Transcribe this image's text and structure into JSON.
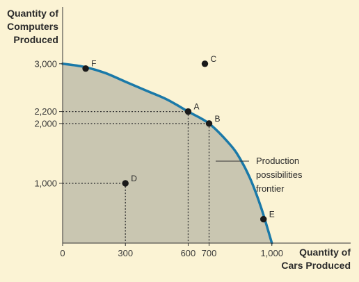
{
  "chart_data": {
    "type": "line",
    "ylabel": [
      "Quantity of",
      "Computers",
      "Produced"
    ],
    "xlabel": [
      "Quantity of",
      "Cars Produced"
    ],
    "xlim": [
      0,
      1350
    ],
    "ylim": [
      0,
      3950
    ],
    "x_ticks": [
      {
        "value": 0,
        "label": "0"
      },
      {
        "value": 300,
        "label": "300"
      },
      {
        "value": 600,
        "label": "600"
      },
      {
        "value": 700,
        "label": "700"
      },
      {
        "value": 1000,
        "label": "1,000"
      }
    ],
    "y_ticks": [
      {
        "value": 1000,
        "label": "1,000"
      },
      {
        "value": 2000,
        "label": "2,000"
      },
      {
        "value": 2200,
        "label": "2,200"
      },
      {
        "value": 3000,
        "label": "3,000"
      }
    ],
    "frontier": {
      "name": "Production possibilities frontier",
      "annotation": [
        "Production",
        "possibilities",
        "frontier"
      ],
      "x": [
        0,
        100,
        200,
        300,
        400,
        500,
        600,
        700,
        800,
        850,
        900,
        950,
        1000
      ],
      "y": [
        3000,
        2950,
        2850,
        2700,
        2550,
        2400,
        2200,
        2000,
        1650,
        1400,
        1050,
        580,
        0
      ]
    },
    "points": [
      {
        "label": "F",
        "x": 110,
        "y": 2920
      },
      {
        "label": "C",
        "x": 680,
        "y": 3000
      },
      {
        "label": "A",
        "x": 600,
        "y": 2200
      },
      {
        "label": "B",
        "x": 700,
        "y": 2000
      },
      {
        "label": "D",
        "x": 300,
        "y": 1000
      },
      {
        "label": "E",
        "x": 960,
        "y": 400
      }
    ],
    "guides": [
      {
        "x": 600,
        "y": 2200
      },
      {
        "x": 700,
        "y": 2000
      },
      {
        "x": 300,
        "y": 1000
      }
    ],
    "colors": {
      "background": "#fbf3d4",
      "shaded_region": "#c9c6b1",
      "frontier": "#1a79a8",
      "points": "#1a1a1a",
      "axis": "#333333"
    }
  }
}
